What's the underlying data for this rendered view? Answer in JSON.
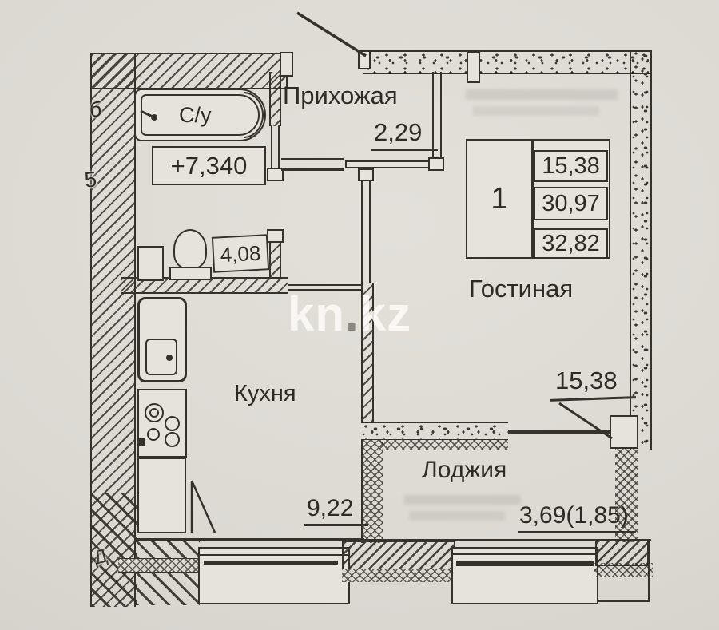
{
  "watermark": {
    "left": "kn",
    "dot": ".",
    "right": "kz"
  },
  "rooms": {
    "hallway": {
      "label": "Прихожая",
      "area": "2,29"
    },
    "bathroom": {
      "label": "С/у",
      "area": "4,08"
    },
    "kitchen": {
      "label": "Кухня",
      "area": "9,22"
    },
    "living_room": {
      "label": "Гостиная",
      "area": "15,38"
    },
    "loggia": {
      "label": "Лоджия",
      "area": "3,69(1,85)"
    }
  },
  "elevation_mark": "+7,340",
  "spec_table": {
    "rooms": "1",
    "living_area": "15,38",
    "area_without_balcony": "30,97",
    "total_area": "32,82"
  },
  "wall_markings": {
    "top": "б",
    "middle": "5",
    "bottom": "Д"
  },
  "colors": {
    "ink": "#35312c",
    "paper": "#dcd9d3"
  }
}
